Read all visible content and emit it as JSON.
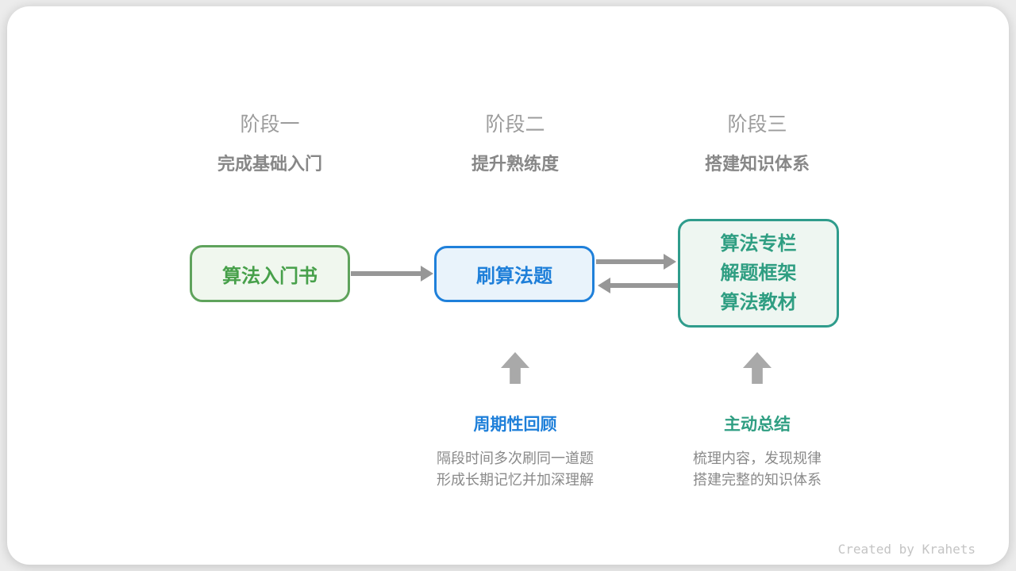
{
  "colors": {
    "page-bg": "#ececec",
    "card-bg": "#ffffff",
    "green-border": "#5fa35c",
    "green-fill": "#f0f7ee",
    "green-text": "#47a04a",
    "blue-border": "#1f80da",
    "blue-fill": "#e9f3fb",
    "blue-text": "#1e7fd9",
    "teal-border": "#2f9c8c",
    "teal-fill": "#eef6f1",
    "teal-text": "#2f9e82",
    "arrow-gray": "#979797",
    "block-arrow-gray": "#a9a9a9",
    "stage-label-gray": "#9c9c9c",
    "stage-subtitle-gray": "#878787",
    "desc-gray": "#8a8a8a",
    "footer-gray": "#c4c4c4"
  },
  "stages": [
    {
      "label": "阶段一",
      "subtitle": "完成基础入门"
    },
    {
      "label": "阶段二",
      "subtitle": "提升熟练度"
    },
    {
      "label": "阶段三",
      "subtitle": "搭建知识体系"
    }
  ],
  "nodes": {
    "intro_book": {
      "label": "算法入门书"
    },
    "practice": {
      "label": "刷算法题"
    },
    "resources": {
      "lines": [
        "算法专栏",
        "解题框架",
        "算法教材"
      ]
    }
  },
  "annotations": {
    "review": {
      "title": "周期性回顾",
      "desc_line1": "隔段时间多次刷同一道题",
      "desc_line2": "形成长期记忆并加深理解"
    },
    "summary": {
      "title": "主动总结",
      "desc_line1": "梳理内容，发现规律",
      "desc_line2": "搭建完整的知识体系"
    }
  },
  "footer": {
    "credit": "Created by Krahets"
  }
}
